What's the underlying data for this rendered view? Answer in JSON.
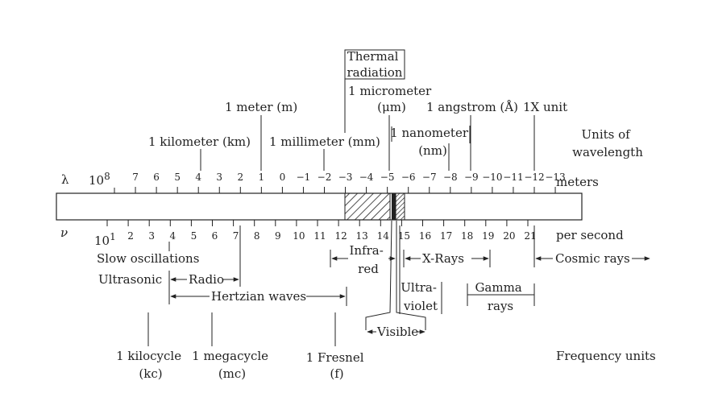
{
  "wavelength_symbol": "λ",
  "frequency_symbol": "ν",
  "wavelength_base": "10",
  "wavelength_base_exponent": "8",
  "frequency_base": "10",
  "frequency_base_exponent": "1",
  "wavelength_exponents": [
    "7",
    "6",
    "5",
    "4",
    "3",
    "2",
    "1",
    "0",
    "−1",
    "−2",
    "−3",
    "−4",
    "−5",
    "−6",
    "−7",
    "−8",
    "−9",
    "−10",
    "−11",
    "−12",
    "−13"
  ],
  "frequency_exponents": [
    "2",
    "3",
    "4",
    "5",
    "6",
    "7",
    "8",
    "9",
    "10",
    "11",
    "12",
    "13",
    "14",
    "15",
    "16",
    "17",
    "18",
    "19",
    "20",
    "21"
  ],
  "meters_label": "meters",
  "per_second_label": "per second",
  "units_of_wavelength": [
    "Units of",
    "wavelength"
  ],
  "frequency_units_label": "Frequency units",
  "wavelength_units": {
    "kilometer": "1 kilometer (km)",
    "meter": "1 meter (m)",
    "millimeter": "1 millimeter (mm)",
    "thermal": [
      "Thermal",
      "radiation"
    ],
    "micrometer": [
      "1 micrometer",
      "(μm)"
    ],
    "nanometer": [
      "1 nanometer",
      "(nm)"
    ],
    "angstrom": "1 angstrom (Å)",
    "x_unit": "1X unit"
  },
  "bands": {
    "slow_oscillations": "Slow oscillations",
    "ultrasonic": "Ultrasonic",
    "radio": "Radio",
    "hertzian_waves": "Hertzian waves",
    "infrared": [
      "Infra-",
      "red"
    ],
    "x_rays": "X-Rays",
    "cosmic_rays": "Cosmic rays",
    "ultraviolet": [
      "Ultra-",
      "violet"
    ],
    "gamma_rays": [
      "Gamma",
      "rays"
    ],
    "visible": "Visible"
  },
  "frequency_units": {
    "kilocycle": [
      "1 kilocycle",
      "(kc)"
    ],
    "megacycle": [
      "1 megacycle",
      "(mc)"
    ],
    "fresnel": [
      "1 Fresnel",
      "(f)"
    ]
  }
}
